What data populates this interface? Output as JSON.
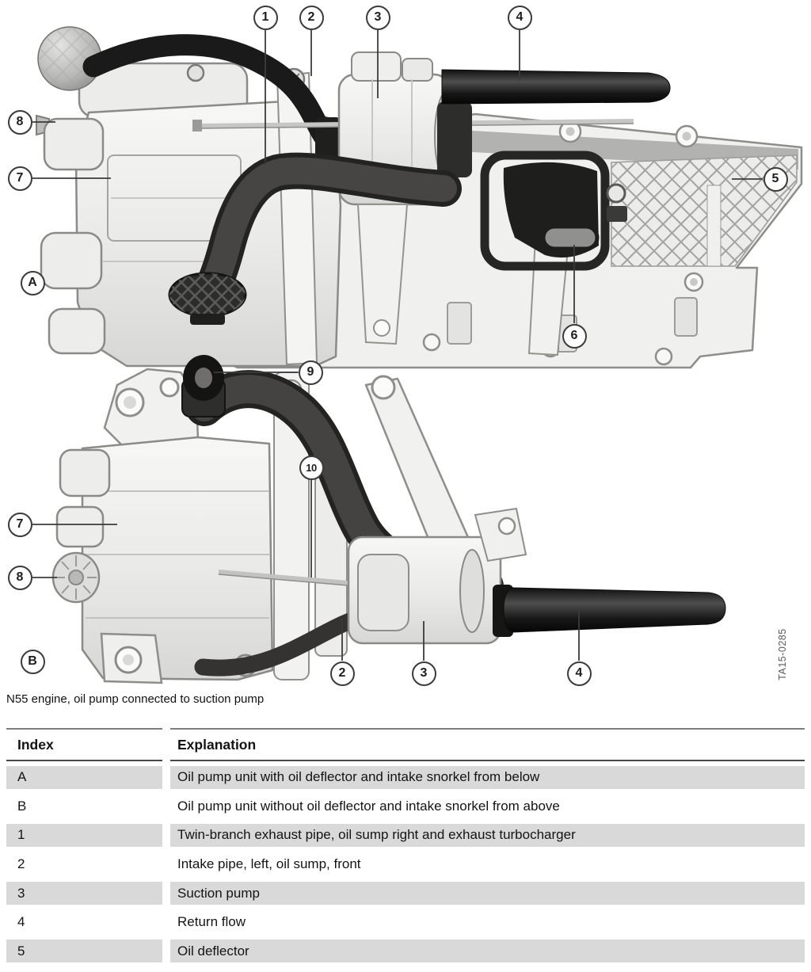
{
  "figure": {
    "caption": "N55 engine, oil pump connected to suction pump",
    "watermark": "TA15-0285",
    "view_a": {
      "label": "A",
      "callouts": [
        "1",
        "2",
        "3",
        "4",
        "5",
        "6",
        "7",
        "8",
        "A"
      ]
    },
    "view_b": {
      "label": "B",
      "callouts": [
        "9",
        "10",
        "7",
        "8",
        "B",
        "2",
        "3",
        "4"
      ]
    }
  },
  "table": {
    "columns": [
      "Index",
      "Explanation"
    ],
    "rows": [
      {
        "index": "A",
        "explanation": "Oil pump unit with oil deflector and intake snorkel from below",
        "shaded": true
      },
      {
        "index": "B",
        "explanation": "Oil pump unit without oil deflector and intake snorkel from above",
        "shaded": false
      },
      {
        "index": "1",
        "explanation": "Twin-branch exhaust pipe, oil sump right and exhaust turbocharger",
        "shaded": true
      },
      {
        "index": "2",
        "explanation": "Intake pipe, left, oil sump, front",
        "shaded": false
      },
      {
        "index": "3",
        "explanation": "Suction pump",
        "shaded": true
      },
      {
        "index": "4",
        "explanation": "Return flow",
        "shaded": false
      },
      {
        "index": "5",
        "explanation": "Oil deflector",
        "shaded": true
      }
    ]
  },
  "colors": {
    "row_shade": "#d9d9d9",
    "callout_stroke": "#3b3b3b",
    "pipe_black": "#1a1a1a",
    "metal_light": "#f0f0ee"
  }
}
